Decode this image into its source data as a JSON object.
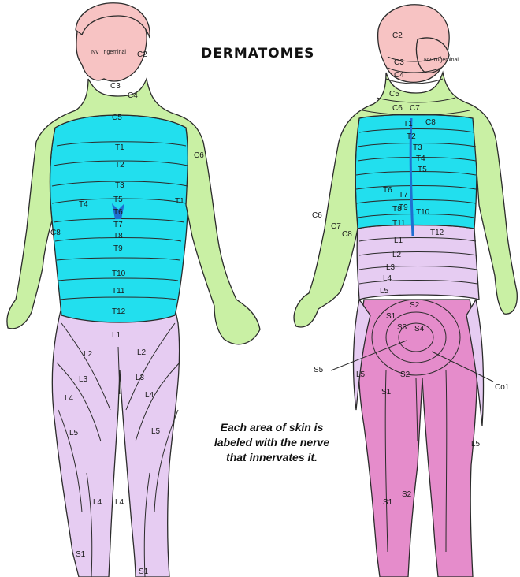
{
  "title": "DERMATOMES",
  "caption": [
    "Each area of skin is",
    "labeled with the nerve",
    "that innervates it."
  ],
  "colors": {
    "cervical": "#c9f0a4",
    "thoracic": "#22dfee",
    "lumbar": "#e6ccf2",
    "sacral": "#e58ccb",
    "trigeminal": "#f7c3c3",
    "outline": "#2b2b2b"
  },
  "front_labels": [
    "NV Trigeminal",
    "C2",
    "C3",
    "C4",
    "C5",
    "T1",
    "T2",
    "T3",
    "T4",
    "T5",
    "T6",
    "T7",
    "T8",
    "T9",
    "T10",
    "T11",
    "T12",
    "C6",
    "C8",
    "T1",
    "L1",
    "L2",
    "L2",
    "L3",
    "L3",
    "L4",
    "L4",
    "L5",
    "L5",
    "L4",
    "L4",
    "S1",
    "S1"
  ],
  "back_labels": [
    "C2",
    "NV Trigeminal",
    "C3",
    "C4",
    "C5",
    "C6",
    "C7",
    "C8",
    "T1",
    "T2",
    "T3",
    "T4",
    "T5",
    "T6",
    "T7",
    "T8",
    "T9",
    "T10",
    "T11",
    "T12",
    "L1",
    "L2",
    "L3",
    "L4",
    "L5",
    "S1",
    "S2",
    "S3",
    "S4",
    "S5",
    "Co1",
    "C6",
    "C7",
    "C8",
    "L5",
    "S2",
    "S1",
    "L5",
    "S1",
    "S2"
  ]
}
